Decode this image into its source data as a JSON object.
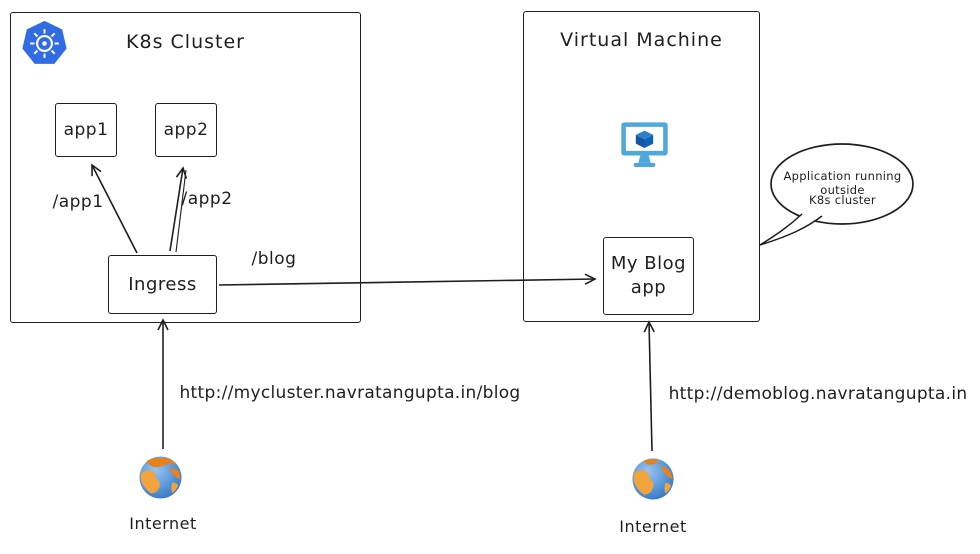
{
  "diagram": {
    "k8s_cluster": {
      "title": "K8s Cluster",
      "icon": "kubernetes-icon",
      "nodes": {
        "app1": {
          "label": "app1"
        },
        "app2": {
          "label": "app2"
        },
        "ingress": {
          "label": "Ingress"
        }
      }
    },
    "virtual_machine": {
      "title": "Virtual Machine",
      "icon": "azure-vm-icon",
      "nodes": {
        "my_blog_app": {
          "label_line1": "My Blog",
          "label_line2": "app"
        }
      }
    },
    "edges": {
      "app1_path": "/app1",
      "app2_path": "/app2",
      "blog_path": "/blog"
    },
    "callout": {
      "line1": "Application running outside",
      "line2": "K8s cluster"
    },
    "internet_left": {
      "label": "Internet",
      "icon": "globe-icon",
      "url": "http://mycluster.navratangupta.in/blog"
    },
    "internet_right": {
      "label": "Internet",
      "icon": "globe-icon",
      "url": "http://demoblog.navratangupta.in"
    },
    "colors": {
      "stroke": "#1e1e1e",
      "k8s_blue": "#326CE5",
      "azure_light_blue": "#4FA8DC",
      "azure_dark_blue": "#1257A8",
      "globe_blue": "#4D90D9",
      "globe_orange": "#F2A33C"
    }
  }
}
